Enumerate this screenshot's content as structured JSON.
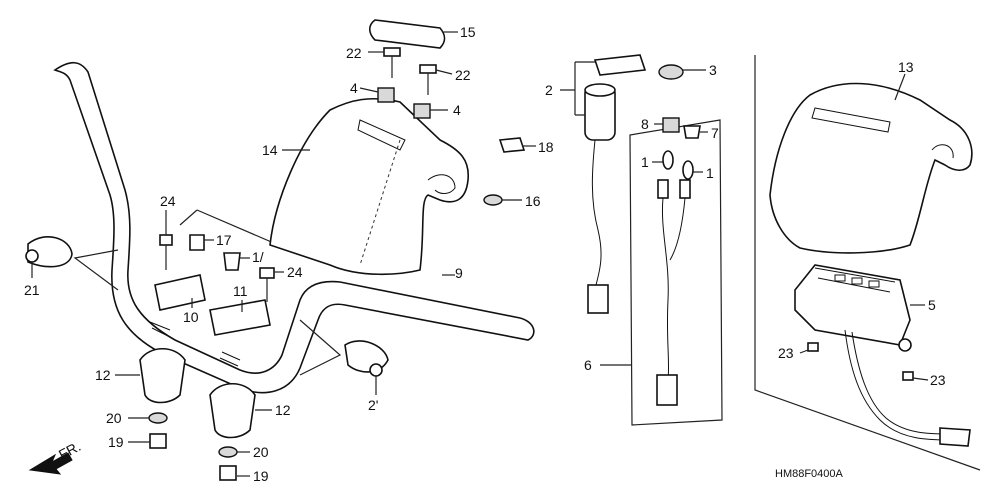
{
  "labels": {
    "l15": "15",
    "l22a": "22",
    "l22b": "22",
    "l4a": "4",
    "l4b": "4",
    "l14": "14",
    "l18": "18",
    "l16": "16",
    "l2": "2",
    "l3": "3",
    "l8": "8",
    "l7": "7",
    "l1a": "1",
    "l1b": "1",
    "l13": "13",
    "l24a": "24",
    "l17a": "17",
    "l17b": "1/",
    "l24b": "24",
    "l9": "9",
    "l21a": "21",
    "l10": "10",
    "l11": "11",
    "l12a": "12",
    "l12b": "12",
    "l21b": "2'",
    "l20a": "20",
    "l19a": "19",
    "l20b": "20",
    "l19b": "19",
    "l6": "6",
    "l5": "5",
    "l23a": "23",
    "l23b": "23"
  },
  "direction": "FR.",
  "diagram_code": "HM88F0400A",
  "icons": [
    "front-direction-arrow-icon"
  ]
}
